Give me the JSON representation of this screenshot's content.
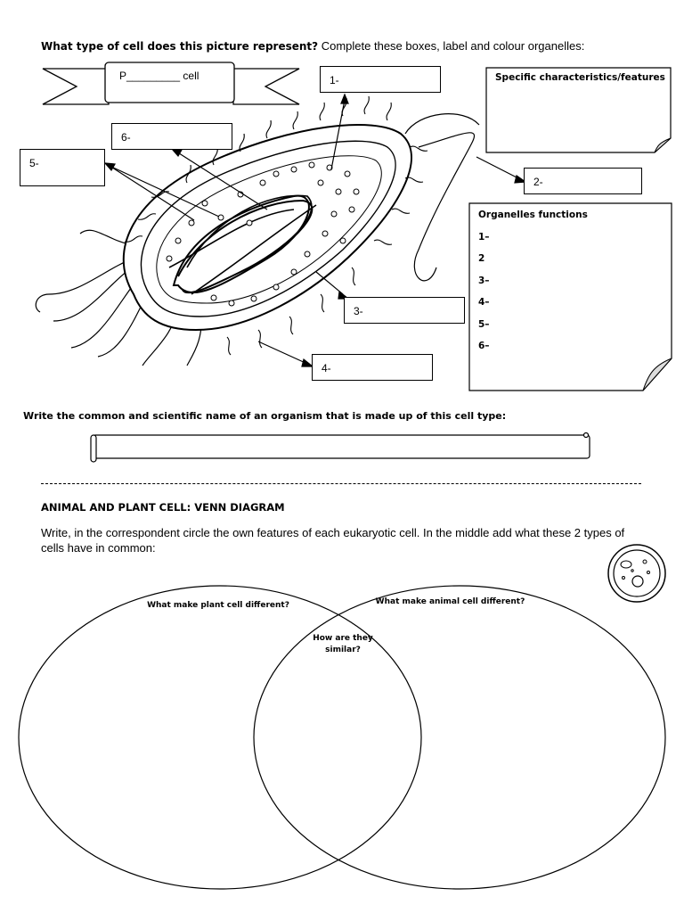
{
  "question1": {
    "bold": "What type of cell does this picture represent?",
    "rest": " Complete these boxes, label and colour organelles:"
  },
  "banner_text": "P_________ cell",
  "labels": {
    "l1": "1-",
    "l2": "2-",
    "l3": "3-",
    "l4": "4-",
    "l5": "5-",
    "l6": "6-"
  },
  "characteristics": {
    "title": "Specific characteristics/features"
  },
  "functions": {
    "title": "Organelles functions",
    "items": [
      "1–",
      "2",
      "3–",
      "4–",
      "5–",
      "6–"
    ]
  },
  "question2": "Write the common and scientific name of an organism that is made up of this cell type:",
  "venn": {
    "title": "ANIMAL AND PLANT CELL: VENN DIAGRAM",
    "instruction": "Write, in the correspondent circle the own features of each eukaryotic cell. In the middle add what these 2 types of cells have in common:",
    "plant_label": "What make plant cell different?",
    "animal_label": "What make animal cell different?",
    "common_label_1": "How are they",
    "common_label_2": "similar?"
  }
}
